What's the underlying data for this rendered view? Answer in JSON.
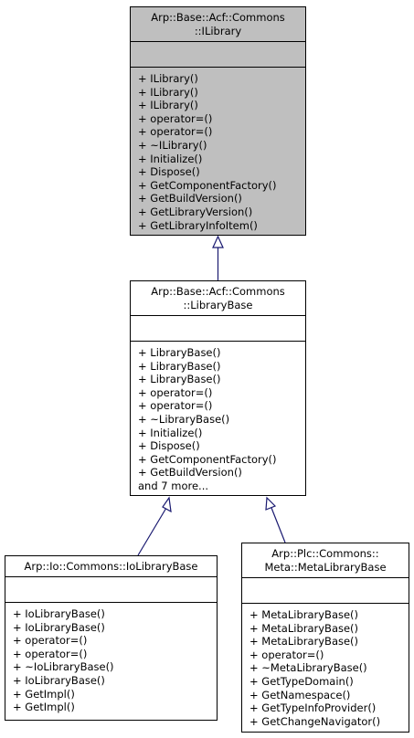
{
  "classes": {
    "ilibrary": {
      "title": [
        "Arp::Base::Acf::Commons",
        "::ILibrary"
      ],
      "ops": [
        "+ ILibrary()",
        "+ ILibrary()",
        "+ ILibrary()",
        "+ operator=()",
        "+ operator=()",
        "+ ~ILibrary()",
        "+ Initialize()",
        "+ Dispose()",
        "+ GetComponentFactory()",
        "+ GetBuildVersion()",
        "+ GetLibraryVersion()",
        "+ GetLibraryInfoItem()"
      ]
    },
    "librarybase": {
      "title": [
        "Arp::Base::Acf::Commons",
        "::LibraryBase"
      ],
      "ops": [
        "+ LibraryBase()",
        "+ LibraryBase()",
        "+ LibraryBase()",
        "+ operator=()",
        "+ operator=()",
        "+ ~LibraryBase()",
        "+ Initialize()",
        "+ Dispose()",
        "+ GetComponentFactory()",
        "+ GetBuildVersion()",
        "and 7 more..."
      ]
    },
    "iolibrarybase": {
      "title": [
        "Arp::Io::Commons::IoLibraryBase"
      ],
      "ops": [
        "+ IoLibraryBase()",
        "+ IoLibraryBase()",
        "+ operator=()",
        "+ operator=()",
        "+ ~IoLibraryBase()",
        "+ IoLibraryBase()",
        "+ GetImpl()",
        "+ GetImpl()"
      ]
    },
    "metalibrarybase": {
      "title": [
        "Arp::Plc::Commons::",
        "Meta::MetaLibraryBase"
      ],
      "ops": [
        "+ MetaLibraryBase()",
        "+ MetaLibraryBase()",
        "+ MetaLibraryBase()",
        "+ operator=()",
        "+ ~MetaLibraryBase()",
        "+ GetTypeDomain()",
        "+ GetNamespace()",
        "+ GetTypeInfoProvider()",
        "+ GetChangeNavigator()"
      ]
    }
  },
  "colors": {
    "highlight_fill": "#bfbfbf",
    "edge": "#191970",
    "border": "#000000"
  }
}
